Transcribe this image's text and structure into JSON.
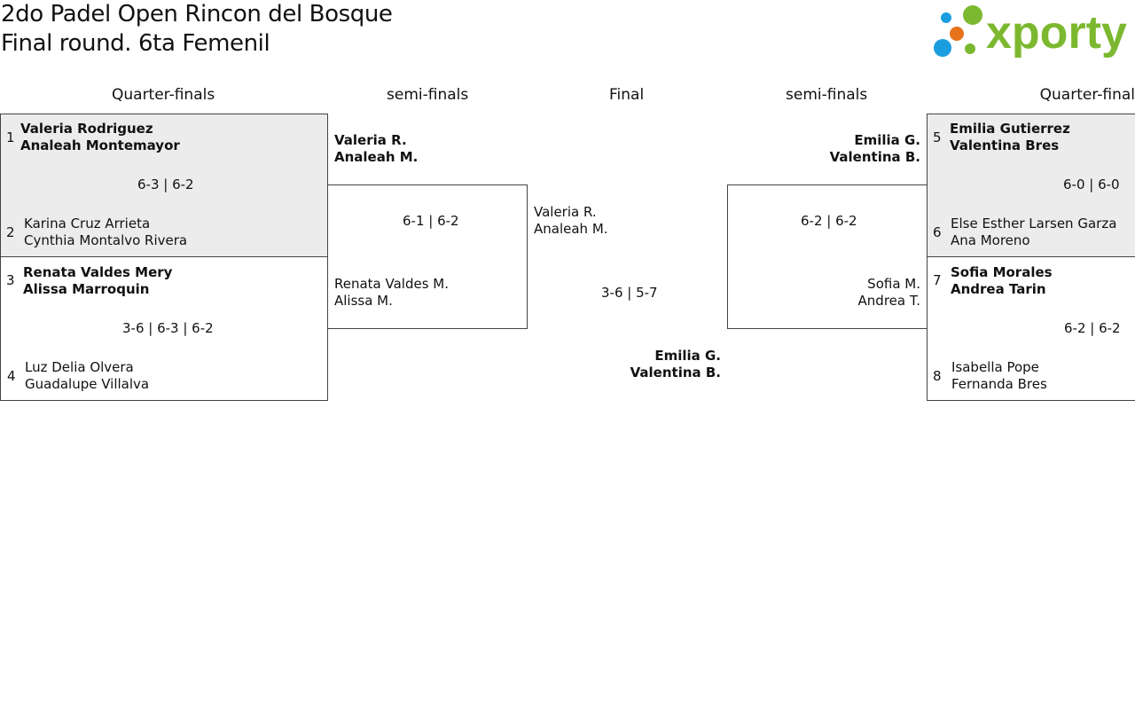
{
  "header": {
    "title_line1": "2do Padel Open Rincon del Bosque",
    "title_line2": "Final round. 6ta Femenil",
    "logo_text": "xporty"
  },
  "rounds": {
    "left_qf": "Quarter-finals",
    "left_sf": "semi-finals",
    "final": "Final",
    "right_sf": "semi-finals",
    "right_qf": "Quarter-final"
  },
  "left_qf": [
    {
      "top": {
        "seed": "1",
        "p1": "Valeria Rodriguez",
        "p2": "Analeah Montemayor"
      },
      "bottom": {
        "seed": "2",
        "p1": "Karina Cruz Arrieta",
        "p2": "Cynthia Montalvo Rivera"
      },
      "score": "6-3 | 6-2"
    },
    {
      "top": {
        "seed": "3",
        "p1": "Renata Valdes Mery",
        "p2": "Alissa Marroquin"
      },
      "bottom": {
        "seed": "4",
        "p1": "Luz Delia Olvera",
        "p2": "Guadalupe Villalva"
      },
      "score": "3-6 | 6-3 | 6-2"
    }
  ],
  "left_sf": {
    "top": {
      "p1": "Valeria R.",
      "p2": "Analeah M."
    },
    "bottom": {
      "p1": "Renata Valdes M.",
      "p2": "Alissa M."
    },
    "score": "6-1 | 6-2"
  },
  "final": {
    "top": {
      "p1": "Valeria R.",
      "p2": "Analeah M."
    },
    "bottom": {
      "p1": "Emilia G.",
      "p2": "Valentina B."
    },
    "score": "3-6 | 5-7"
  },
  "right_sf": {
    "top": {
      "p1": "Emilia G.",
      "p2": "Valentina B."
    },
    "bottom": {
      "p1": "Sofia M.",
      "p2": "Andrea T."
    },
    "score": "6-2 | 6-2"
  },
  "right_qf": [
    {
      "top": {
        "seed": "5",
        "p1": "Emilia Gutierrez",
        "p2": "Valentina Bres"
      },
      "bottom": {
        "seed": "6",
        "p1": "Else Esther Larsen Garza",
        "p2": "Ana Moreno"
      },
      "score": "6-0 | 6-0"
    },
    {
      "top": {
        "seed": "7",
        "p1": "Sofia Morales",
        "p2": "Andrea Tarin"
      },
      "bottom": {
        "seed": "8",
        "p1": "Isabella Pope",
        "p2": "Fernanda Bres"
      },
      "score": "6-2 | 6-2"
    }
  ],
  "colors": {
    "logo_green": "#7cb82f",
    "logo_blue": "#1a9ee0",
    "logo_orange": "#e8731c",
    "shade": "#ececec"
  }
}
